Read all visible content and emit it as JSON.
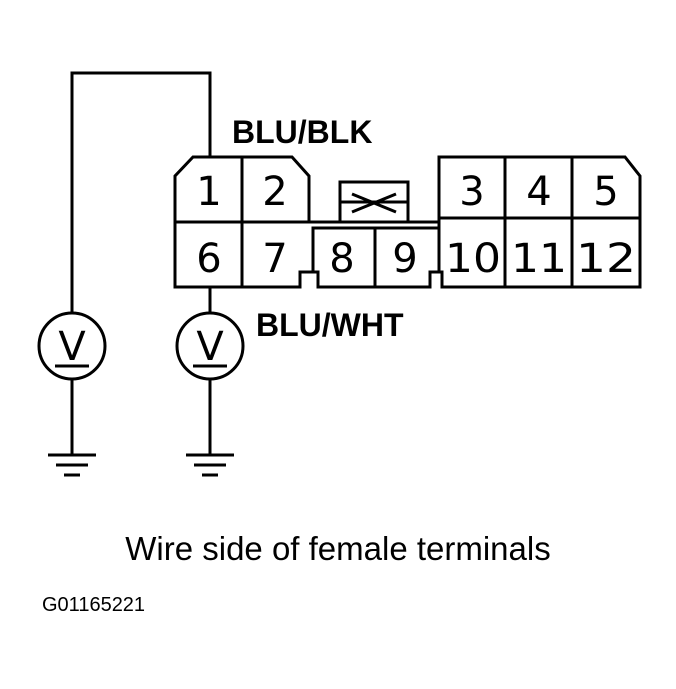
{
  "diagram": {
    "wire_top_label": "BLU/BLK",
    "wire_bottom_label": "BLU/WHT",
    "pins": [
      "1",
      "2",
      "3",
      "4",
      "5",
      "6",
      "7",
      "8",
      "9",
      "10",
      "11",
      "12"
    ],
    "meter_symbol": "V",
    "meter_icon": "voltmeter-icon",
    "ground_icon": "ground-icon"
  },
  "caption": "Wire side of female terminals",
  "figure_code": "G01165221"
}
